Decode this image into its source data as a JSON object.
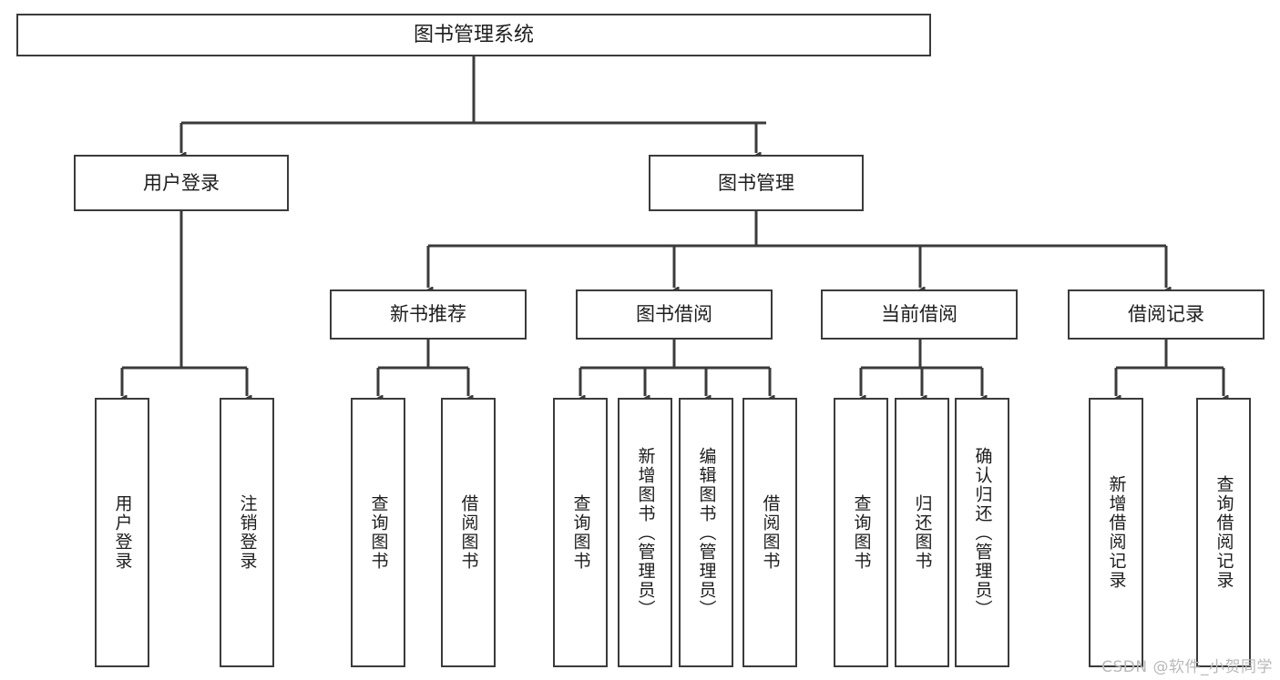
{
  "diagram": {
    "type": "tree-hierarchy",
    "title": "图书管理系统",
    "colors": {
      "stroke": "#3b3b3b",
      "fill": "#ffffff",
      "text": "#1d1d1d",
      "watermark": "#b9b9b9"
    },
    "root": {
      "label": "图书管理系统"
    },
    "level2": [
      {
        "label": "用户登录"
      },
      {
        "label": "图书管理"
      }
    ],
    "level3": [
      {
        "label": "新书推荐"
      },
      {
        "label": "图书借阅"
      },
      {
        "label": "当前借阅"
      },
      {
        "label": "借阅记录"
      }
    ],
    "leaves": {
      "user_login": [
        {
          "label": "用户登录"
        },
        {
          "label": "注销登录"
        }
      ],
      "new_book_recommend": [
        {
          "label": "查询图书"
        },
        {
          "label": "借阅图书"
        }
      ],
      "book_borrow": [
        {
          "label": "查询图书"
        },
        {
          "label": "新增图书（管理员）"
        },
        {
          "label": "编辑图书（管理员）"
        },
        {
          "label": "借阅图书"
        }
      ],
      "current_borrow": [
        {
          "label": "查询图书"
        },
        {
          "label": "归还图书"
        },
        {
          "label": "确认归还（管理员）"
        }
      ],
      "borrow_record": [
        {
          "label": "新增借阅记录"
        },
        {
          "label": "查询借阅记录"
        }
      ]
    }
  },
  "watermark": {
    "text": "CSDN @软件_小贺同学"
  }
}
